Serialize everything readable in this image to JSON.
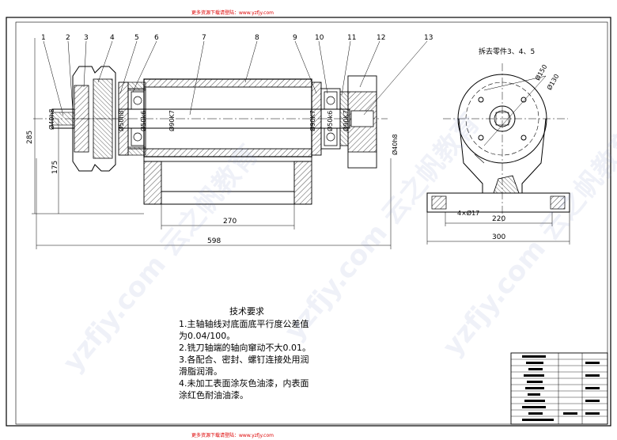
{
  "header": {
    "top_text": "更多资源下载请登陆：www.yzfjy.com",
    "bottom_text": "更多资源下载请登陆：www.yzfjy.com"
  },
  "parts": [
    "1",
    "2",
    "3",
    "4",
    "5",
    "6",
    "7",
    "8",
    "9",
    "10",
    "11",
    "12",
    "13"
  ],
  "side_label": "拆去零件3、4、5",
  "dims": {
    "overall_height": "285",
    "axis_height": "175",
    "length_270": "270",
    "length_598": "598",
    "d_left_shaft": "Ø40h8",
    "d_left_bearing": "Ø50h8",
    "d_seat_left": "Ø50k6",
    "d_bore_left": "Ø90K7",
    "d_bore_right": "Ø90K7",
    "d_seat_right": "Ø50k6",
    "d_right_bore2": "Ø90K7",
    "d_right_shaft": "Ø40h8",
    "d_150": "Ø150",
    "d_130": "Ø130",
    "holes": "4×Ø17",
    "w_220": "220",
    "w_300": "300"
  },
  "notes": {
    "title": "技术要求",
    "lines": [
      "1.主轴轴线对底面底平行度公差值",
      "   为0.04/100。",
      "2.铣刀轴端的轴向窜动不大0.01。",
      "3.各配合、密封、螺钉连接处用润",
      "   滑脂润滑。",
      "4.未加工表面涂灰色油漆，内表面",
      "   涂红色耐油油漆。"
    ]
  },
  "watermark": "yzfjy.com 云之帆教育"
}
